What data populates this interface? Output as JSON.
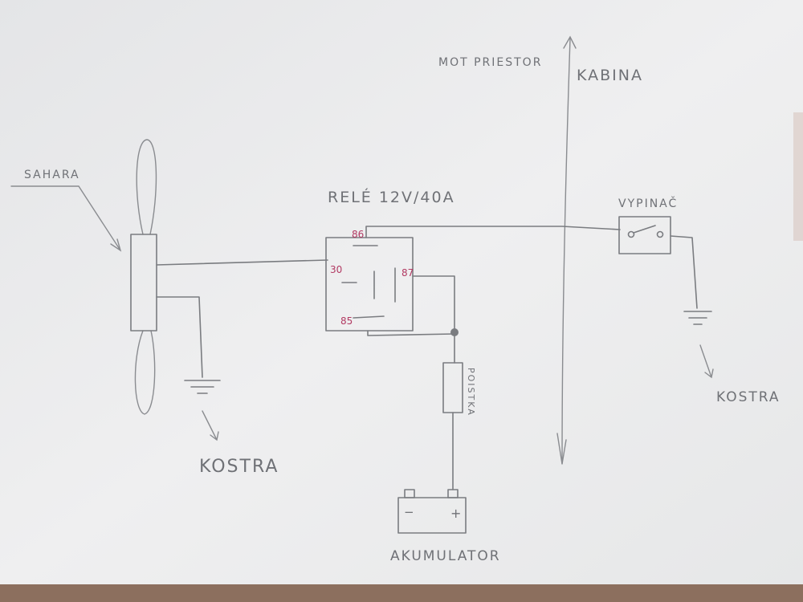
{
  "labels": {
    "sahara": "SAHARA",
    "motor_space": "MOT PRIESTOR",
    "cabin": "KABINA",
    "relay": "RELÉ 12V/40A",
    "switch": "VYPINAČ",
    "ground_left": "KOSTRA",
    "ground_right": "KOSTRA",
    "fuse": "POISTKA",
    "battery": "AKUMULATOR",
    "battery_minus": "−",
    "battery_plus": "+"
  },
  "relay_pins": {
    "p86": "86",
    "p30": "30",
    "p87": "87",
    "p85": "85"
  },
  "colors": {
    "paper": "#ededee",
    "pencil": "#6f7176",
    "pin_ink": "#b23a63"
  }
}
